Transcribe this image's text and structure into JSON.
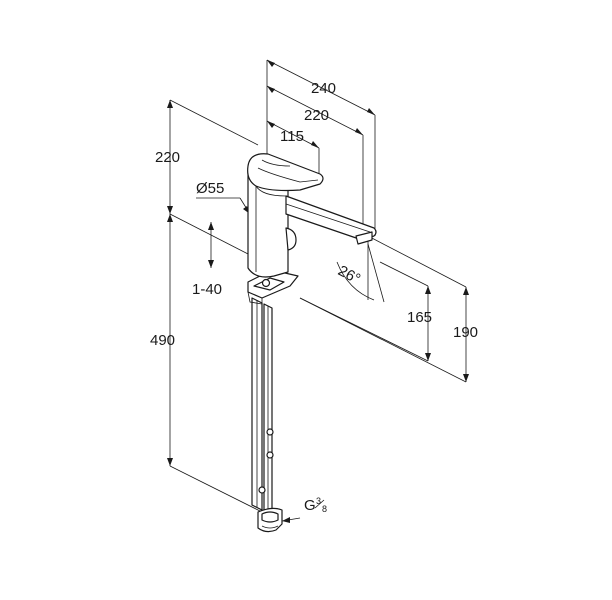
{
  "dimensions": {
    "d240": "240",
    "d220_top": "220",
    "d115": "115",
    "d220_left": "220",
    "d55": "Ø55",
    "d1_40": "1-40",
    "d490": "490",
    "d26": "26°",
    "d165": "165",
    "d190": "190",
    "thread_main": "G",
    "thread_num": "3",
    "thread_den": "8"
  }
}
